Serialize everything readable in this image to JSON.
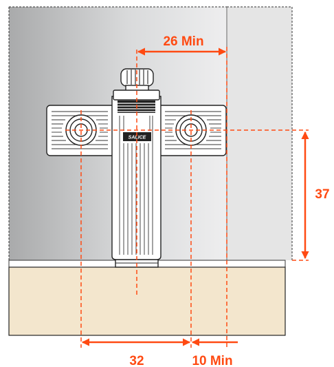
{
  "colors": {
    "dimension": "#ff4a12",
    "panel_dark": "#a9aaab",
    "panel_light": "#e2e3e4",
    "wall": "#e5e5e5",
    "base": "#f3e6cd",
    "hinge_body": "#ffffff",
    "outline": "#222222"
  },
  "labels": {
    "top_clearance": "26 Min",
    "vertical_offset": "37",
    "hole_spacing": "32",
    "edge_clearance": "10 Min",
    "brand": "SALICE"
  },
  "icons": {
    "arrow": "arrow-icon",
    "screw_hole": "screw-hole-icon"
  }
}
